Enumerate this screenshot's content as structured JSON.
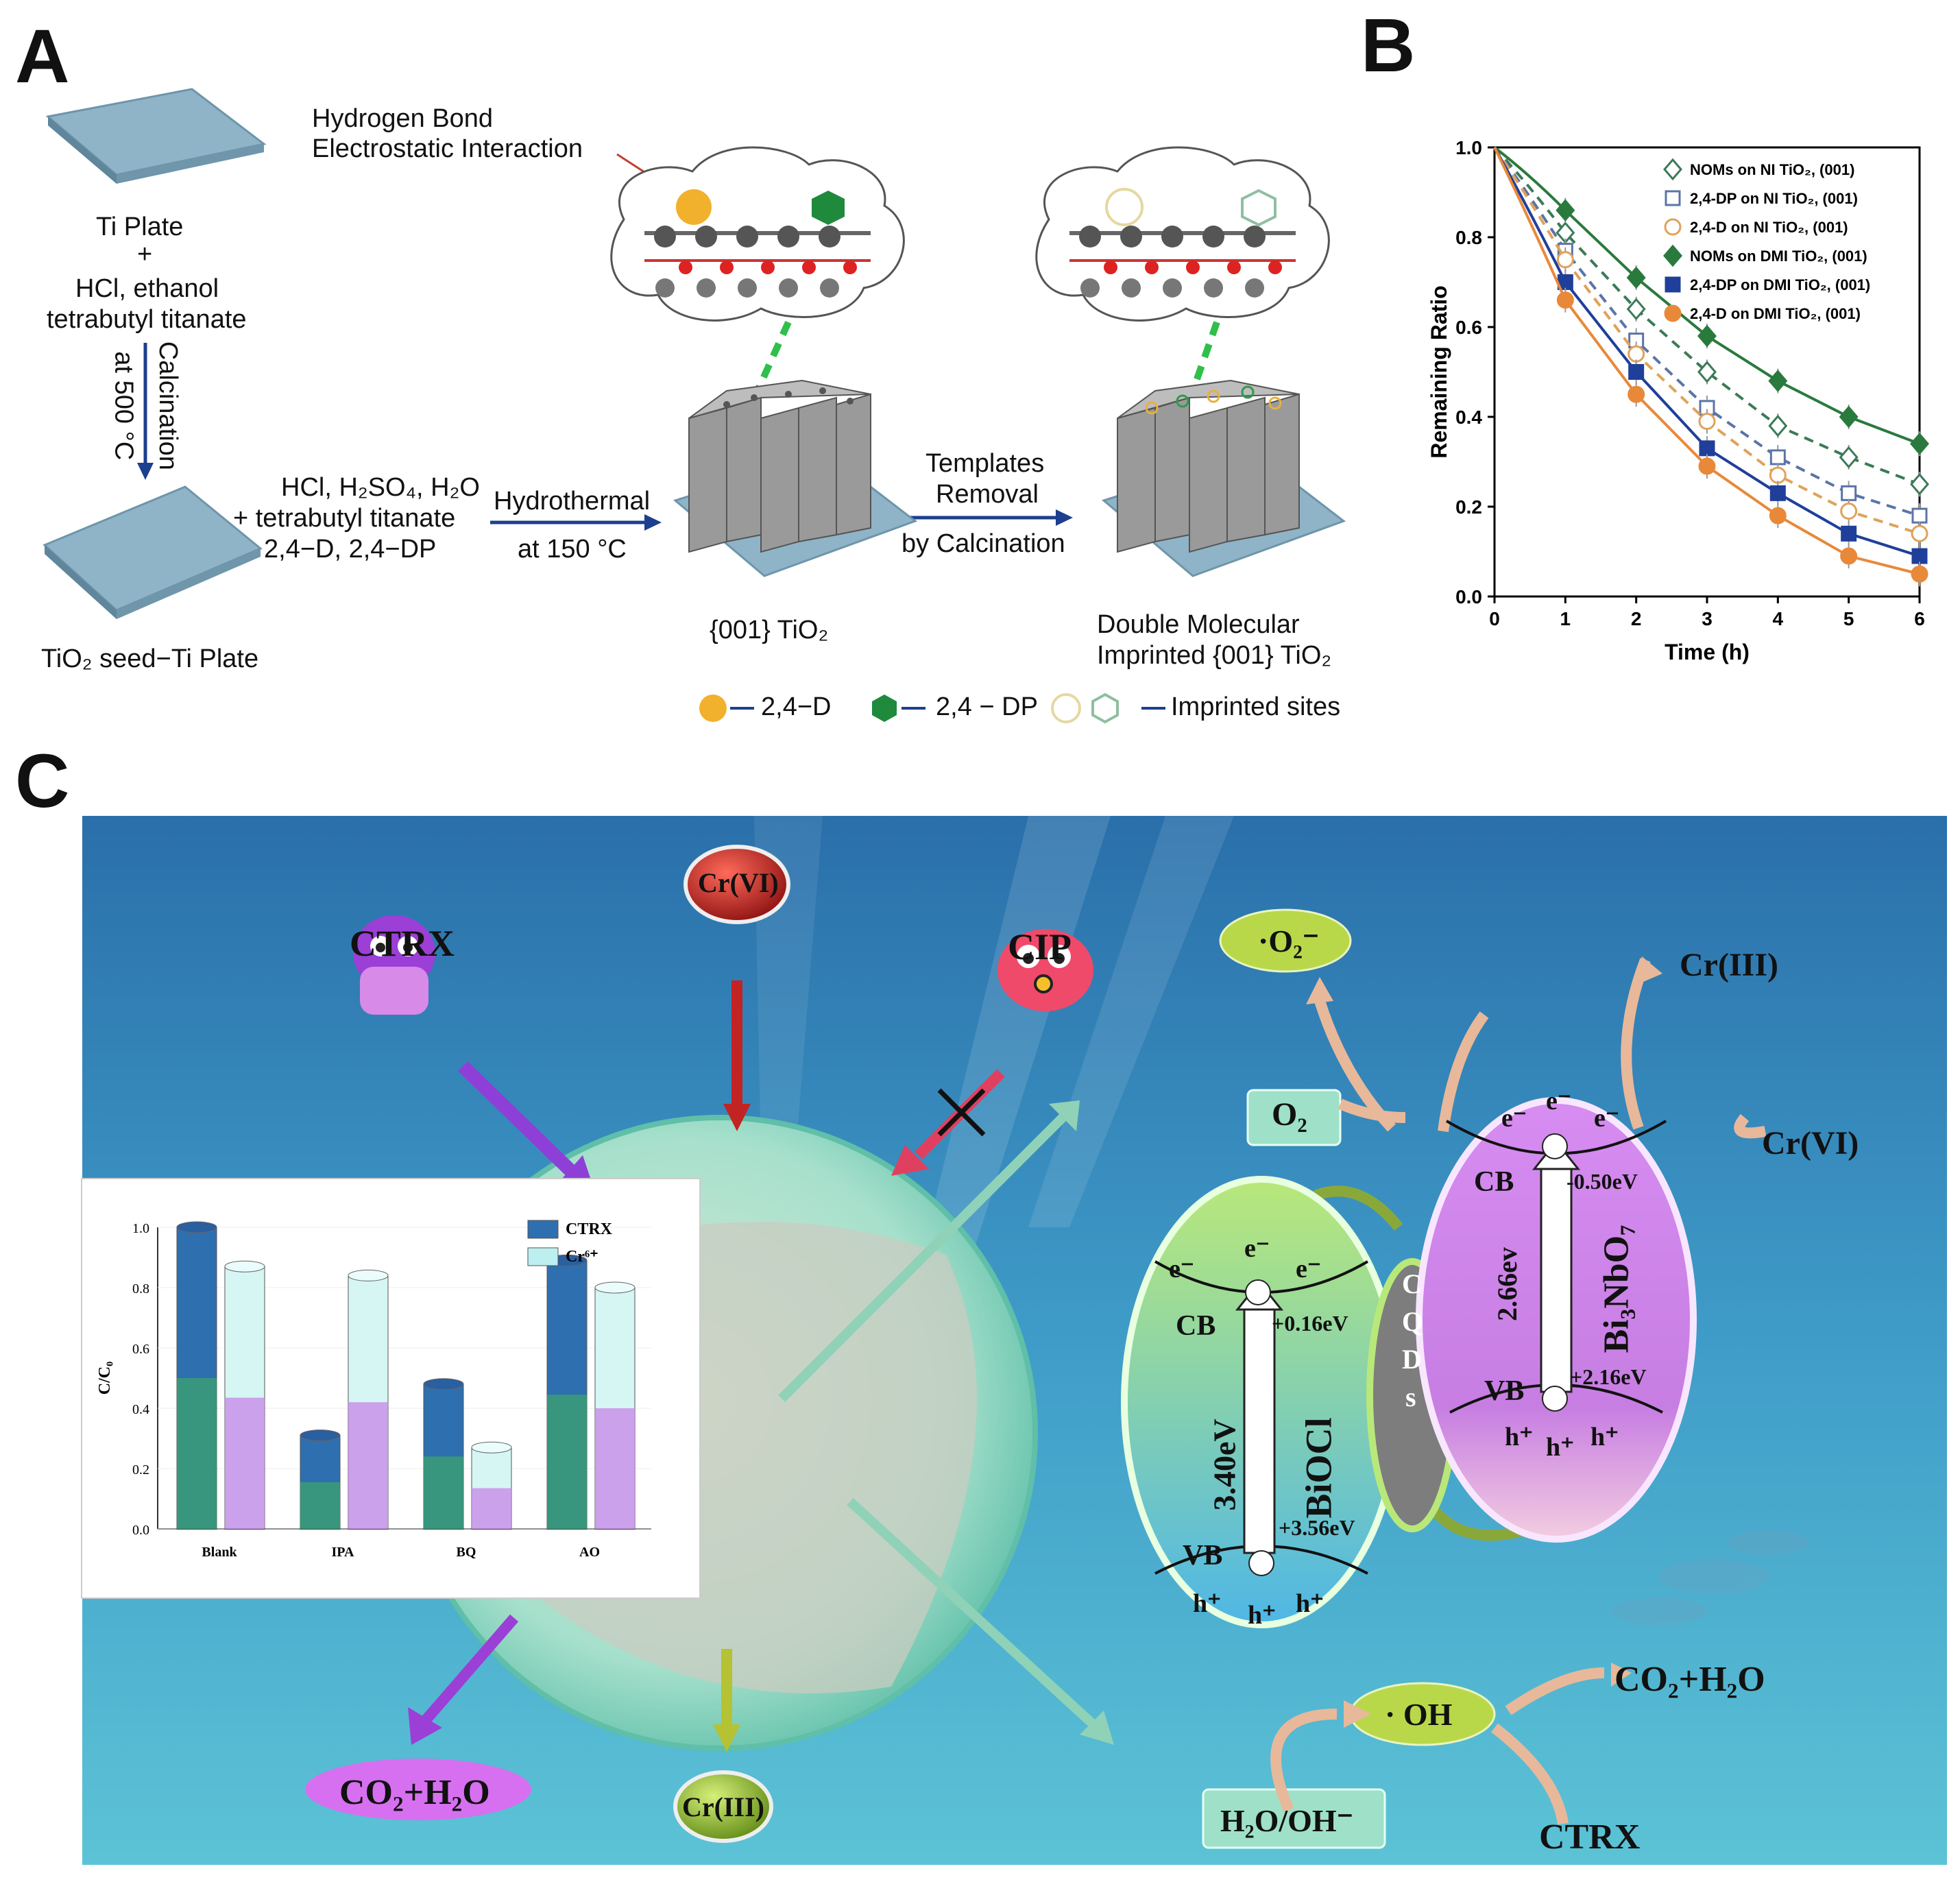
{
  "panels": {
    "a": "A",
    "b": "B",
    "c": "C"
  },
  "panel_a": {
    "ti_plate": "Ti Plate",
    "plus1": "+",
    "reagents1_line1": "HCl, ethanol",
    "reagents1_line2": "tetrabutyl titanate",
    "calcination_label": "Calcination",
    "calcination_temp": "at 500 °C",
    "reagents2_line1": "HCl, H₂SO₄, H₂O",
    "reagents2_line2": "+ tetrabutyl titanate",
    "reagents2_line3": "2,4−D, 2,4−DP",
    "seed_plate": "TiO₂ seed−Ti Plate",
    "hydrothermal_line1": "Hydrothermal",
    "hydrothermal_line2": "at 150 °C",
    "interaction_line1": "Hydrogen Bond",
    "interaction_line2": "Electrostatic Interaction",
    "tio2_001": "{001} TiO₂",
    "templates_line1": "Templates",
    "templates_line2": "Removal",
    "templates_line3": "by Calcination",
    "dmi_line1": "Double Molecular",
    "dmi_line2": "Imprinted {001} TiO₂",
    "legend_24d": "2,4−D",
    "legend_24dp": "2,4 − DP",
    "legend_imprinted": "Imprinted sites",
    "colors": {
      "plate": "#8fb4c8",
      "orange": "#f2b12c",
      "green": "#1f8a3c",
      "block": "#9a9a9a",
      "arrow": "#1d3f8f"
    }
  },
  "panel_b": {
    "chart_data": {
      "type": "line",
      "xlabel": "Time (h)",
      "ylabel": "Remaining Ratio",
      "xlim": [
        0,
        6
      ],
      "ylim": [
        0,
        1.0
      ],
      "xticks": [
        "0",
        "1",
        "2",
        "3",
        "4",
        "5",
        "6"
      ],
      "yticks": [
        "0.0",
        "0.2",
        "0.4",
        "0.6",
        "0.8",
        "1.0"
      ],
      "x": [
        0,
        1,
        2,
        3,
        4,
        5,
        6
      ],
      "legend_position": "top-right",
      "series": [
        {
          "name": "NOMs on NI TiO₂, (001)",
          "color": "#3c7a58",
          "marker": "diamond-open",
          "dash": true,
          "values": [
            1.0,
            0.81,
            0.64,
            0.5,
            0.38,
            0.31,
            0.25
          ]
        },
        {
          "name": "2,4-DP on NI TiO₂, (001)",
          "color": "#5b74a8",
          "marker": "square-open",
          "dash": true,
          "values": [
            1.0,
            0.77,
            0.57,
            0.42,
            0.31,
            0.23,
            0.18
          ]
        },
        {
          "name": "2,4-D on NI TiO₂, (001)",
          "color": "#e0a25a",
          "marker": "circle-open",
          "dash": true,
          "values": [
            1.0,
            0.75,
            0.54,
            0.39,
            0.27,
            0.19,
            0.14
          ]
        },
        {
          "name": "NOMs on DMI TiO₂, (001)",
          "color": "#2a7a3e",
          "marker": "diamond",
          "dash": false,
          "values": [
            1.0,
            0.86,
            0.71,
            0.58,
            0.48,
            0.4,
            0.34
          ]
        },
        {
          "name": "2,4-DP on DMI TiO₂, (001)",
          "color": "#1f3f9a",
          "marker": "square",
          "dash": false,
          "values": [
            1.0,
            0.7,
            0.5,
            0.33,
            0.23,
            0.14,
            0.09
          ]
        },
        {
          "name": "2,4-D on DMI TiO₂, (001)",
          "color": "#e8893a",
          "marker": "circle",
          "dash": false,
          "values": [
            1.0,
            0.66,
            0.45,
            0.29,
            0.18,
            0.09,
            0.05
          ]
        }
      ]
    }
  },
  "panel_c": {
    "ctrx": "CTRX",
    "crvi_top": "Cr(VI)",
    "cip": "CIP",
    "o2_radical": "·O₂⁻",
    "criii_top": "Cr(III)",
    "o2": "O₂",
    "crvi_right": "Cr(VI)",
    "bi3nbo7_e1": "e⁻",
    "bi3nbo7_e2": "e⁻",
    "bi3nbo7_e3": "e⁻",
    "bi3nbo7_cb": "CB",
    "bi3nbo7_cb_val": "-0.50eV",
    "bi3nbo7_gap": "2.66ev",
    "bi3nbo7_name": "Bi₃NbO₇",
    "bi3nbo7_vb": "VB",
    "bi3nbo7_vb_val": "+2.16eV",
    "bi3nbo7_h1": "h⁺",
    "bi3nbo7_h2": "h⁺",
    "bi3nbo7_h3": "h⁺",
    "biocl_e1": "e⁻",
    "biocl_e2": "e⁻",
    "biocl_e3": "e⁻",
    "biocl_cb": "CB",
    "biocl_cb_val": "+0.16eV",
    "biocl_gap": "3.40eV",
    "biocl_name": "BiOCl",
    "biocl_vb": "VB",
    "biocl_vb_val": "+3.56eV",
    "biocl_h1": "h⁺",
    "biocl_h2": "h⁺",
    "biocl_h3": "h⁺",
    "cqds_letters": [
      "C",
      "Q",
      "D",
      "s"
    ],
    "oh_radical": "· OH",
    "co2_right": "CO₂+H₂O",
    "h2o": "H₂O/OH⁻",
    "ctrx_bottom": "CTRX",
    "co2_left": "CO₂+H₂O",
    "criii_bottom": "Cr(III)",
    "inset_chart": {
      "chart_data": {
        "type": "bar",
        "categories": [
          "Blank",
          "IPA",
          "BQ",
          "AO"
        ],
        "ylabel": "C/C₀",
        "ylim": [
          0,
          1.0
        ],
        "yticks": [
          "0.0",
          "0.2",
          "0.4",
          "0.6",
          "0.8",
          "1.0"
        ],
        "legend_position": "top-right",
        "series": [
          {
            "name": "CTRX",
            "values": [
              1.0,
              0.31,
              0.48,
              0.89
            ]
          },
          {
            "name": "Cr⁶⁺",
            "values": [
              0.87,
              0.84,
              0.27,
              0.8
            ]
          }
        ]
      }
    },
    "colors": {
      "water_top": "#2f80b8",
      "water_bottom": "#4db3cf",
      "sphere": "#8fe0c8",
      "green_bubble": "#b8d84a",
      "purple": "#c86ae0",
      "biocl": "#7fd8b0"
    }
  }
}
